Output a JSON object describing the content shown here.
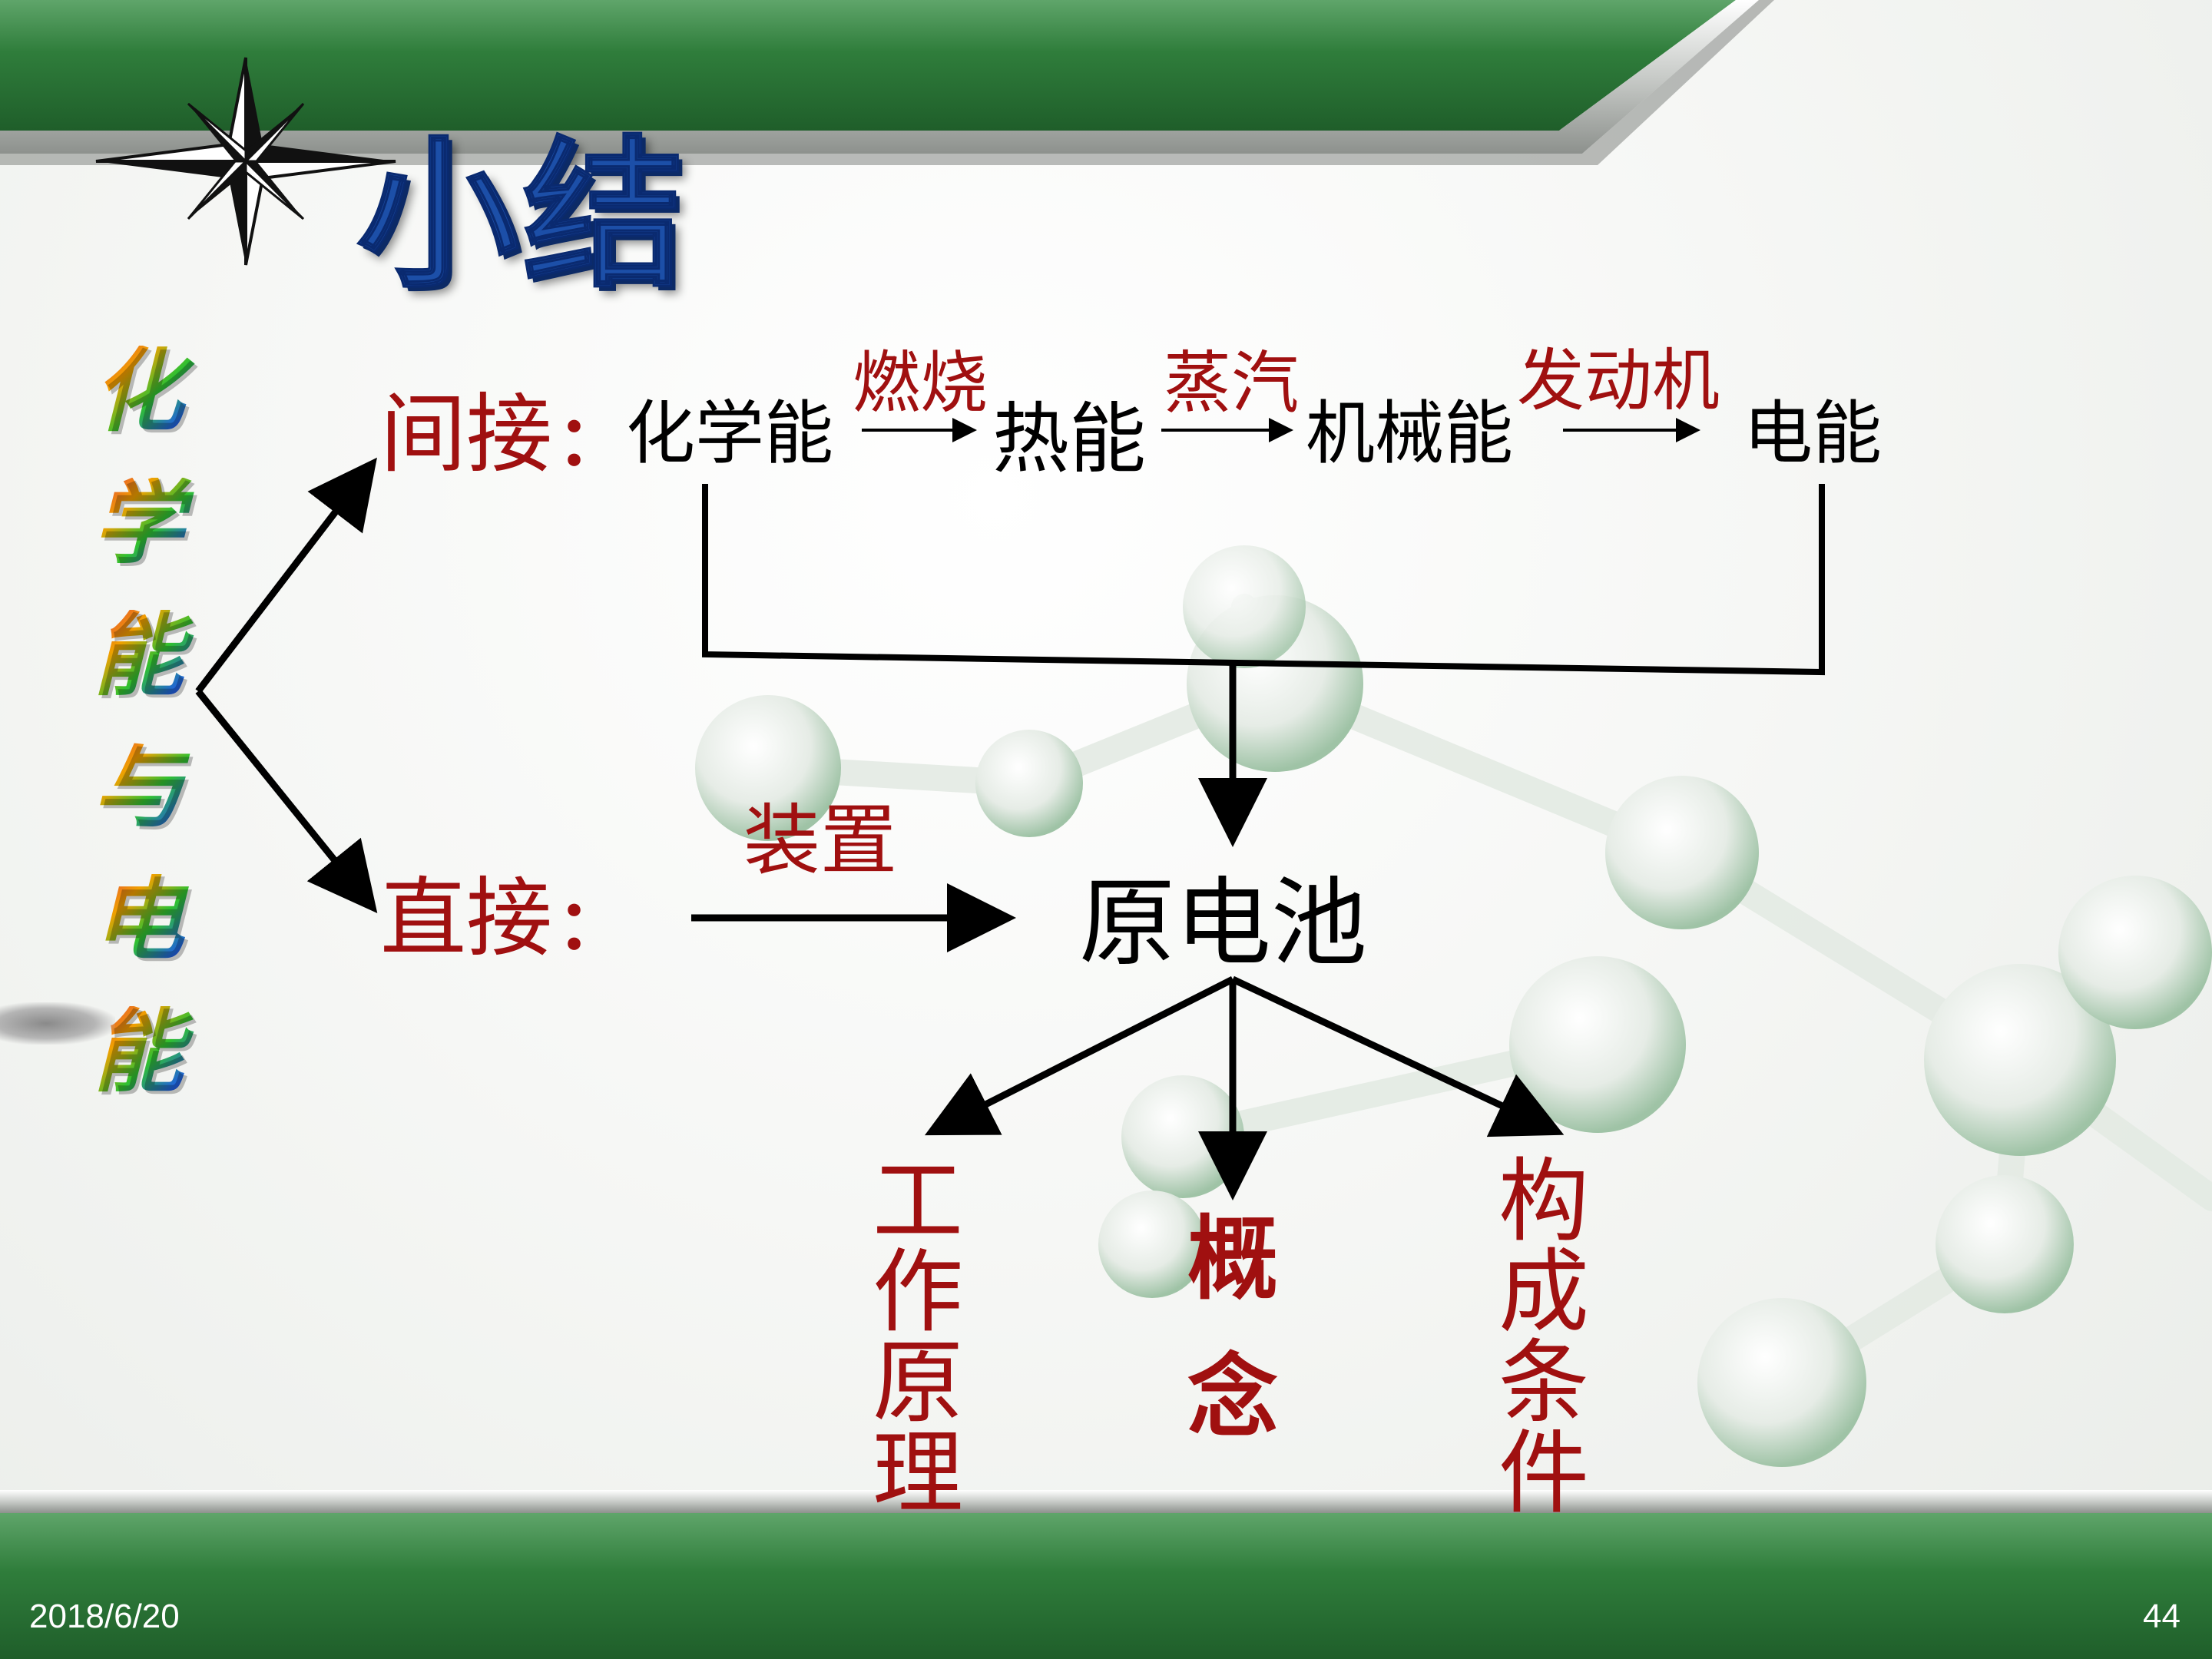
{
  "slide": {
    "title": "小结",
    "side_chars": [
      "化",
      "学",
      "能",
      "与",
      "电",
      "能"
    ],
    "indirect_label": "间接",
    "direct_label": "直接",
    "colon": "：",
    "chain": {
      "chem_energy": "化学能",
      "step1": "燃烧",
      "heat_energy": "热能",
      "step2": "蒸汽",
      "mech_energy": "机械能",
      "step3": "发动机",
      "elec_energy": "电能"
    },
    "device_label": "装置",
    "galvanic_cell": "原电池",
    "branches": {
      "working_principle": [
        "工",
        "作",
        "原",
        "理"
      ],
      "concept": [
        "概",
        "念"
      ],
      "conditions": [
        "构",
        "成",
        "条",
        "件"
      ]
    }
  },
  "footer": {
    "date": "2018/6/20",
    "page_number": "44"
  },
  "colors": {
    "green": "#2e7d32",
    "red_text": "#a01010",
    "title_blue": "#1c4fa8"
  },
  "icons": [
    "compass-star-icon"
  ]
}
